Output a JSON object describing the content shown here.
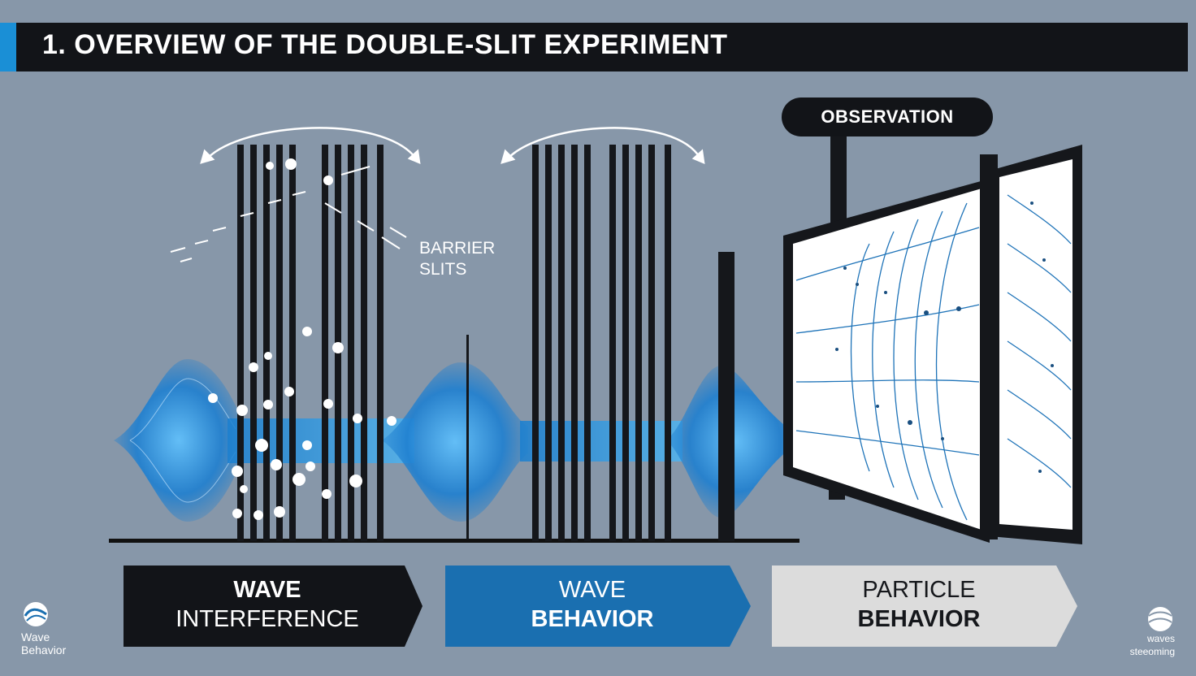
{
  "title": "1. OVERVIEW OF THE DOUBLE-SLIT EXPERIMENT",
  "observation_label": "OBSERVATION",
  "barrier_label": {
    "line1": "BARRIER",
    "line2": "SLITS"
  },
  "banners": [
    {
      "line1": "WAVE",
      "line2": "INTERFERENCE"
    },
    {
      "line1": "WAVE",
      "line2": "BEHAVIOR"
    },
    {
      "line1": "PARTICLE",
      "line2": "BEHAVIOR"
    }
  ],
  "logo_left": {
    "line1": "Wave",
    "line2": "Behavior"
  },
  "logo_right": {
    "line1": "waves",
    "line2": "steeoming"
  },
  "colors": {
    "background": "#8797a9",
    "title_bar": "#121418",
    "accent": "#1a8fd6",
    "wave_blue": "#1e7fd0",
    "banner_dark": "#121418",
    "banner_blue": "#1a6fb0",
    "banner_light": "#dcdcdc"
  }
}
